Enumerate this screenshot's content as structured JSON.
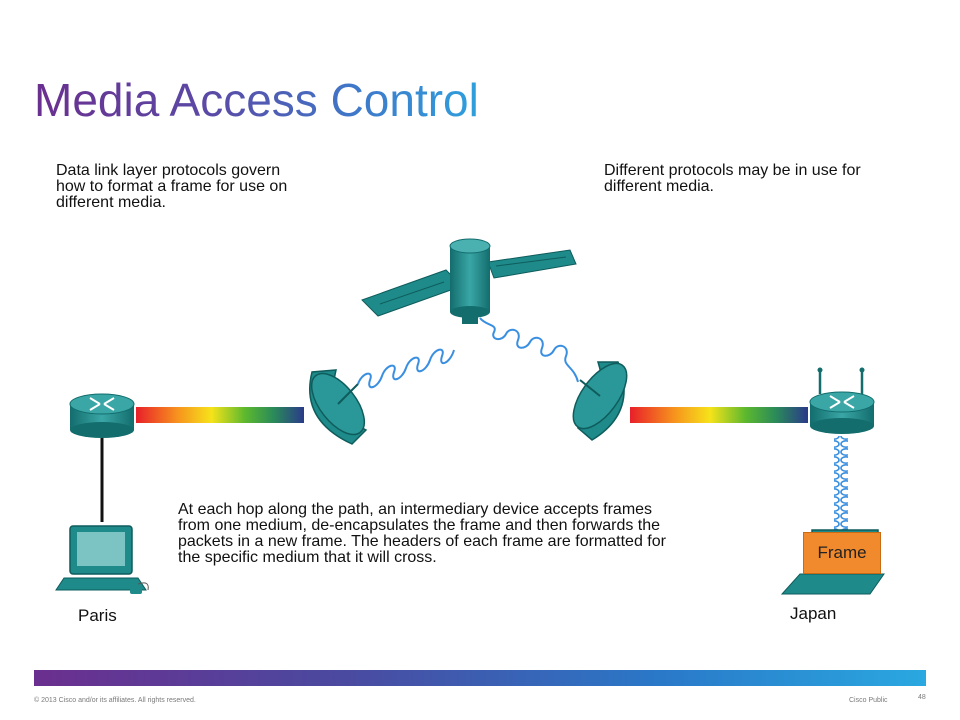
{
  "slide": {
    "title": "Media Access Control",
    "text_left": "Data link layer protocols govern\nhow to format a frame for use on\ndifferent media.",
    "text_right": "Different protocols may be in use for\ndifferent media.",
    "text_middle": "At each hop along the path, an intermediary device accepts frames\nfrom one medium, de-encapsulates the frame and then forwards the\npackets in a new frame. The headers of each frame are formatted for\nthe specific medium that it will cross."
  },
  "diagram": {
    "paris_label": "Paris",
    "japan_label": "Japan",
    "frame_label": "Frame",
    "device_color": "#1e8a8a",
    "wave_color": "#3a8fe0",
    "frame_color": "#f08a2c",
    "icons": [
      "router-icon",
      "computer-icon",
      "satellite-icon",
      "satellite-dish-icon",
      "wireless-router-icon",
      "laptop-icon"
    ]
  },
  "footer": {
    "copyright": "© 2013  Cisco and/or its affiliates. All rights reserved.",
    "classification": "Cisco Public",
    "page_number": "48"
  }
}
